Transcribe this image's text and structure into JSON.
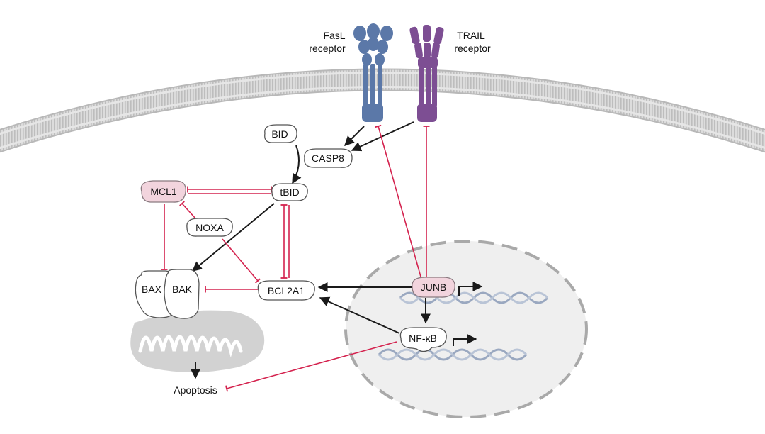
{
  "receptors": {
    "fasl": {
      "line1": "FasL",
      "line2": "receptor",
      "color": "#5b78a8"
    },
    "trail": {
      "line1": "TRAIL",
      "line2": "receptor",
      "color": "#7d4e93"
    }
  },
  "nodes": {
    "bid": "BID",
    "casp8": "CASP8",
    "mcl1": "MCL1",
    "tbid": "tBID",
    "noxa": "NOXA",
    "bax": "BAX",
    "bak": "BAK",
    "bcl2a1": "BCL2A1",
    "junb": "JUNB",
    "nfkb": "NF-κB",
    "apoptosis": "Apoptosis"
  },
  "colors": {
    "inhibition": "#d4224e",
    "activation": "#1a1a1a",
    "highlight_fill": "#f2d4dd",
    "membrane": "#c9c9c9",
    "nucleus_fill": "#efefef",
    "mitochondrion": "#d2d2d2"
  }
}
